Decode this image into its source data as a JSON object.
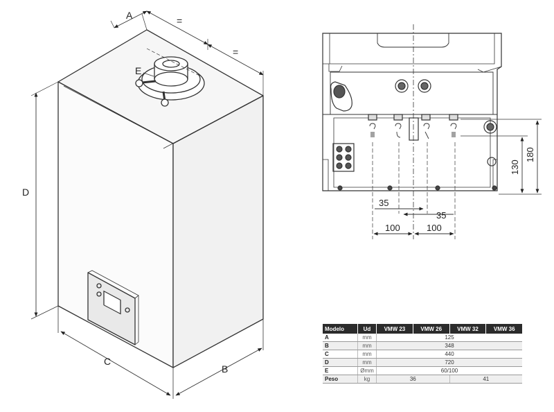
{
  "iso_view": {
    "labels": {
      "a": "A",
      "b": "B",
      "c": "C",
      "d": "D",
      "e": "E"
    },
    "equal_marks": [
      "=",
      "="
    ]
  },
  "bottom_view": {
    "dimensions": {
      "left_35": "35",
      "right_35": "35",
      "left_100": "100",
      "right_100": "100",
      "height_130": "130",
      "height_180": "180"
    }
  },
  "spec_table": {
    "headers": [
      "Modelo",
      "Ud",
      "VMW 23",
      "VMW 26",
      "VMW 32",
      "VMW 36"
    ],
    "rows": [
      {
        "label": "A",
        "unit": "mm",
        "value": "125"
      },
      {
        "label": "B",
        "unit": "mm",
        "value": "348"
      },
      {
        "label": "C",
        "unit": "mm",
        "value": "440"
      },
      {
        "label": "D",
        "unit": "mm",
        "value": "720"
      },
      {
        "label": "E",
        "unit": "Ømm",
        "value": "60/100"
      },
      {
        "label": "Peso",
        "unit": "kg",
        "value_a": "36",
        "value_b": "41"
      }
    ]
  }
}
